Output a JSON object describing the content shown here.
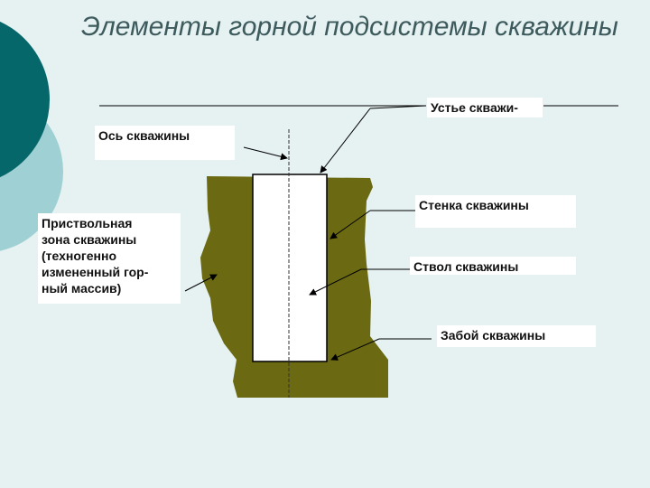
{
  "title": "Элементы горной подсистемы скважины",
  "colors": {
    "background": "#e6f1f2",
    "deco_dark": "#06676a",
    "deco_light": "#9fd0d3",
    "rock": "#6b6a12",
    "borehole": "#ffffff",
    "title": "#3d5a5c"
  },
  "labels": {
    "mouth": "Устье скважи-",
    "axis": "Ось скважины",
    "wall": "Стенка скважины",
    "near_zone": "Приствольная\nзона скважины\n(техногенно\nизмененный гор-\nный массив)",
    "trunk": "Ствол скважины",
    "bottom": "Забой скважины"
  }
}
